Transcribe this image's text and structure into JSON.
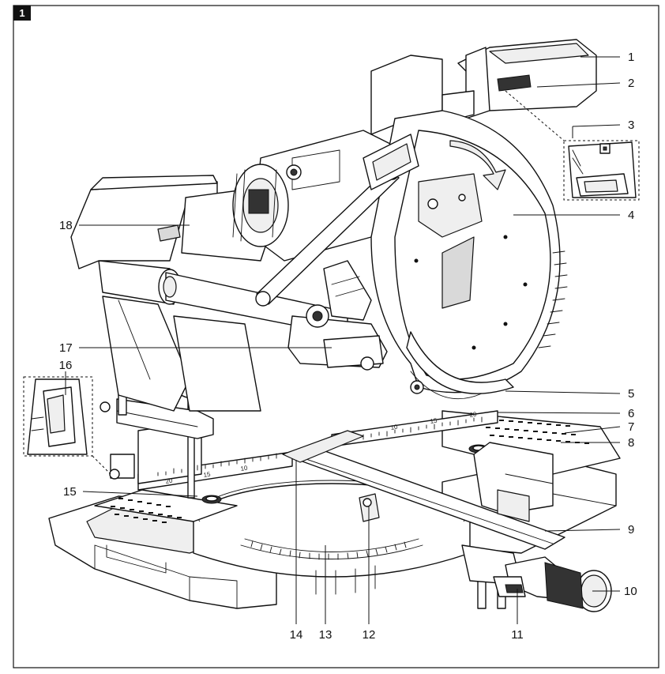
{
  "figure": {
    "number": "1"
  },
  "callouts": [
    {
      "id": "1",
      "label": "1"
    },
    {
      "id": "2",
      "label": "2"
    },
    {
      "id": "3",
      "label": "3"
    },
    {
      "id": "4",
      "label": "4"
    },
    {
      "id": "5",
      "label": "5"
    },
    {
      "id": "6",
      "label": "6"
    },
    {
      "id": "7",
      "label": "7"
    },
    {
      "id": "8",
      "label": "8"
    },
    {
      "id": "9",
      "label": "9"
    },
    {
      "id": "10",
      "label": "10"
    },
    {
      "id": "11",
      "label": "11"
    },
    {
      "id": "12",
      "label": "12"
    },
    {
      "id": "13",
      "label": "13"
    },
    {
      "id": "14",
      "label": "14"
    },
    {
      "id": "15",
      "label": "15"
    },
    {
      "id": "16",
      "label": "16"
    },
    {
      "id": "17",
      "label": "17"
    },
    {
      "id": "18",
      "label": "18"
    }
  ],
  "scale_labels": {
    "fence_left": [
      "20",
      "15",
      "10"
    ],
    "fence_right": [
      "10",
      "15",
      "20"
    ]
  }
}
